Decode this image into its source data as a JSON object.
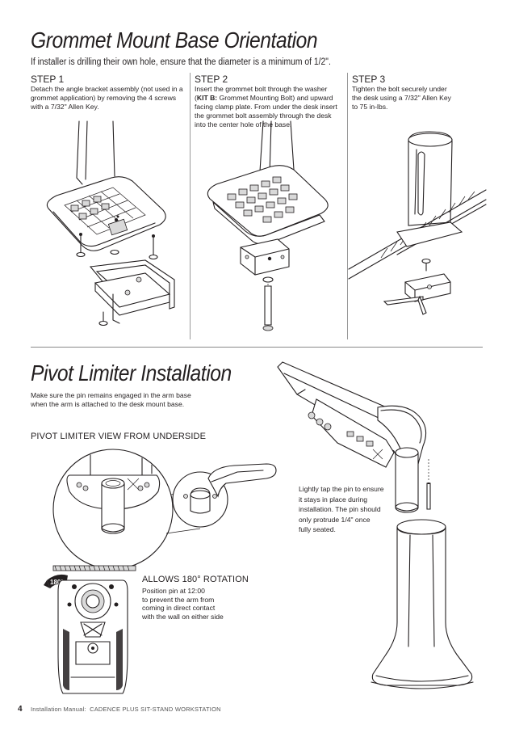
{
  "section1": {
    "title": "Grommet Mount Base Orientation",
    "intro": "If installer is drilling their own hole, ensure that the diameter is a minimum of 1/2\".",
    "steps": [
      {
        "heading": "STEP 1",
        "lines": [
          "Detach the angle bracket assembly (not used in a",
          "grommet application) by removing the 4 screws",
          "with a 7/32\" Allen Key."
        ]
      },
      {
        "heading": "STEP 2",
        "kit_label": "KIT B:",
        "lines": [
          "Insert the grommet bolt through the washer",
          "Grommet Mounting Bolt) and upward",
          "facing clamp plate. From under the desk insert",
          "the grommet bolt assembly through the desk",
          "into the center hole of the base."
        ]
      },
      {
        "heading": "STEP 3",
        "lines": [
          "Tighten the bolt securely under",
          "the desk using a 7/32\" Allen Key",
          "to 75 in-lbs."
        ]
      }
    ]
  },
  "section2": {
    "title": "Pivot Limiter Installation",
    "intro_lines": [
      "Make sure the pin remains engaged in the arm base",
      "when the arm is attached to the desk mount base."
    ],
    "underside_heading": "PIVOT LIMITER VIEW FROM UNDERSIDE",
    "tap_note_lines": [
      "Lightly tap the pin to ensure",
      "it stays in place during",
      "installation. The pin should",
      "only protrude 1/4\" once",
      "fully seated."
    ],
    "rotation_heading": "ALLOWS 180° ROTATION",
    "rotation_lines": [
      "Position pin at 12:00",
      "to prevent the arm from",
      "coming in direct contact",
      "with the wall on either side"
    ],
    "rotation_badge": "180°"
  },
  "footer": {
    "page_number": "4",
    "manual_label": "Installation Manual:",
    "manual_title": "CADENCE PLUS SIT-STAND WORKSTATION"
  }
}
